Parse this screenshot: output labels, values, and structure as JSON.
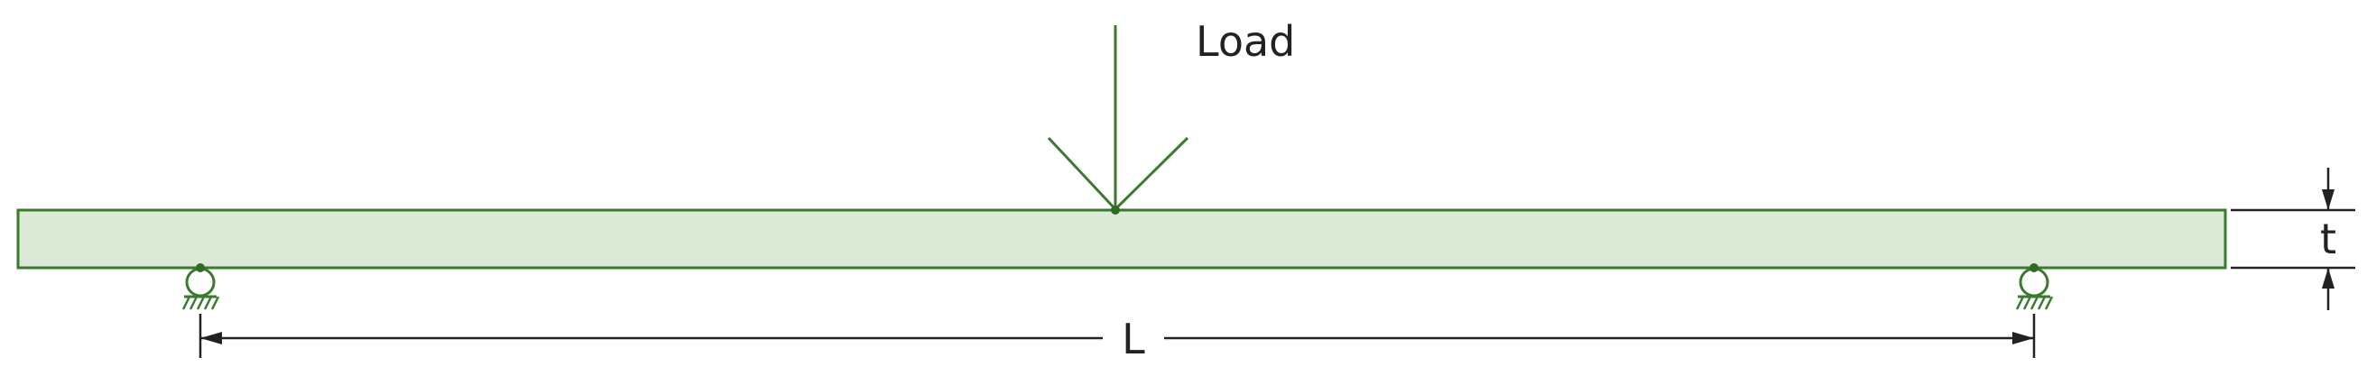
{
  "diagram": {
    "load_label": "Load",
    "length_label": "L",
    "thickness_label": "t"
  },
  "colors": {
    "beam_fill": "#dbe9d6",
    "beam_stroke": "#3b7a2e",
    "load_arrow": "#3b7a2e",
    "support": "#3b7a2e",
    "dimension": "#222222"
  }
}
